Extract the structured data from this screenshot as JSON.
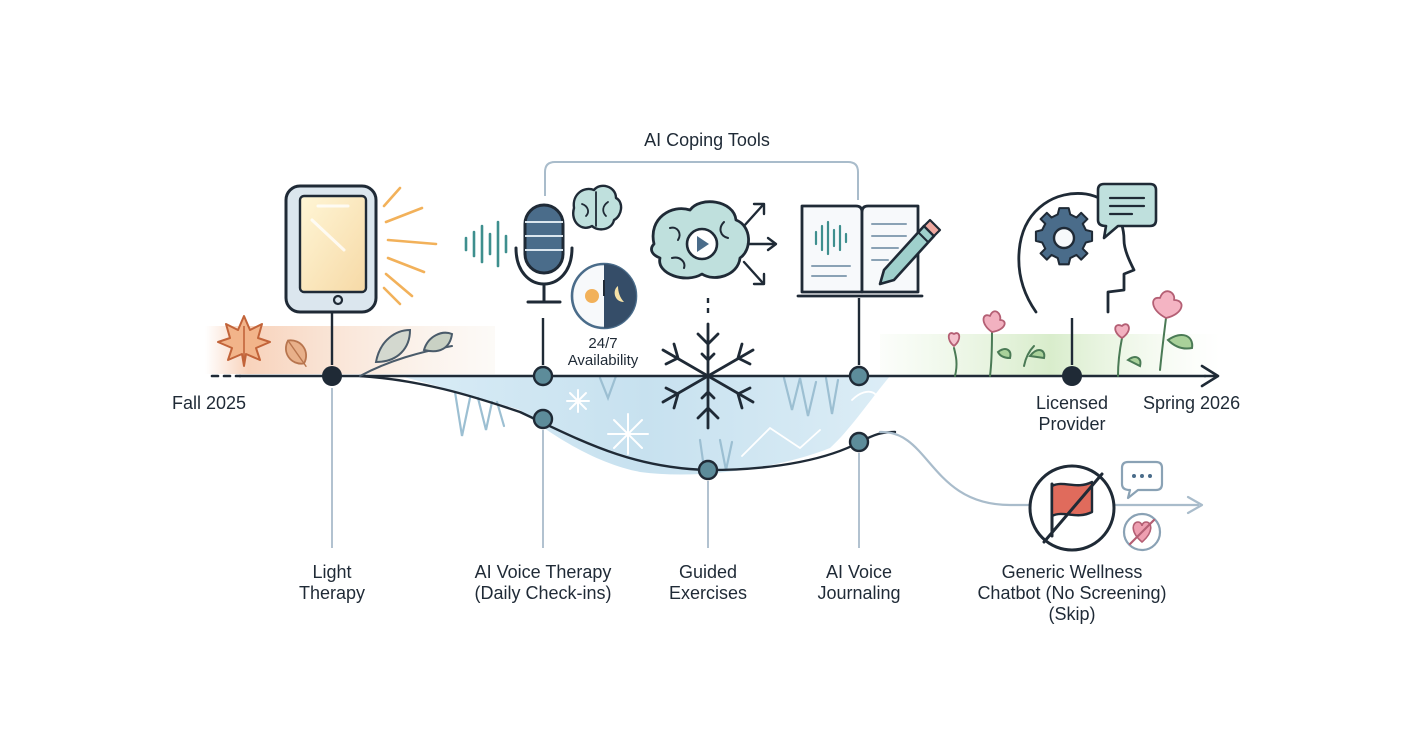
{
  "group_label": "AI Coping Tools",
  "axis": {
    "start": "Fall 2025",
    "end": "Spring 2026"
  },
  "availability": {
    "line1": "24/7",
    "line2": "Availability"
  },
  "milestones": [
    {
      "id": "light",
      "lines": [
        "Light",
        "Therapy"
      ]
    },
    {
      "id": "voice-therapy",
      "lines": [
        "AI Voice Therapy",
        "(Daily Check-ins)"
      ]
    },
    {
      "id": "guided",
      "lines": [
        "Guided",
        "Exercises"
      ]
    },
    {
      "id": "journaling",
      "lines": [
        "AI Voice",
        "Journaling"
      ]
    },
    {
      "id": "provider",
      "lines": [
        "Licensed",
        "Provider"
      ]
    },
    {
      "id": "chatbot",
      "lines": [
        "Generic Wellness",
        "Chatbot (No Screening)",
        "(Skip)"
      ]
    }
  ],
  "colors": {
    "ink": "#1f2a36",
    "teal": "#3e8f8e",
    "slate": "#4a6c8a",
    "node_fill": "#5d8c9a",
    "ice": "#cfe6f2",
    "autumn": "#e4874f",
    "spring": "#b6d79a",
    "blossom": "#ee9fb1",
    "flag": "#e06b5c",
    "line_gray": "#a9bccb"
  }
}
